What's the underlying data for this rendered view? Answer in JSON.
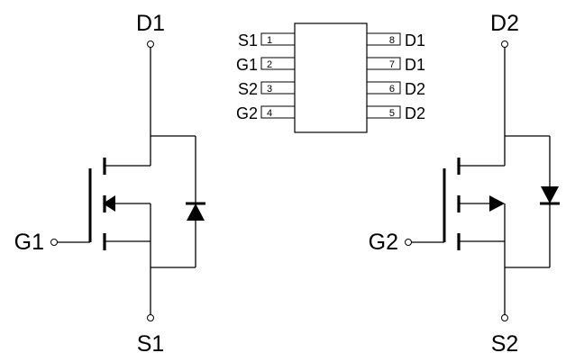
{
  "left_mosfet": {
    "drain_label": "D1",
    "gate_label": "G1",
    "source_label": "S1"
  },
  "right_mosfet": {
    "drain_label": "D2",
    "gate_label": "G2",
    "source_label": "S2"
  },
  "package": {
    "left_pins": [
      {
        "name": "S1",
        "number": "1"
      },
      {
        "name": "G1",
        "number": "2"
      },
      {
        "name": "S2",
        "number": "3"
      },
      {
        "name": "G2",
        "number": "4"
      }
    ],
    "right_pins": [
      {
        "number": "8",
        "name": "D1"
      },
      {
        "number": "7",
        "name": "D1"
      },
      {
        "number": "6",
        "name": "D2"
      },
      {
        "number": "5",
        "name": "D2"
      }
    ]
  }
}
